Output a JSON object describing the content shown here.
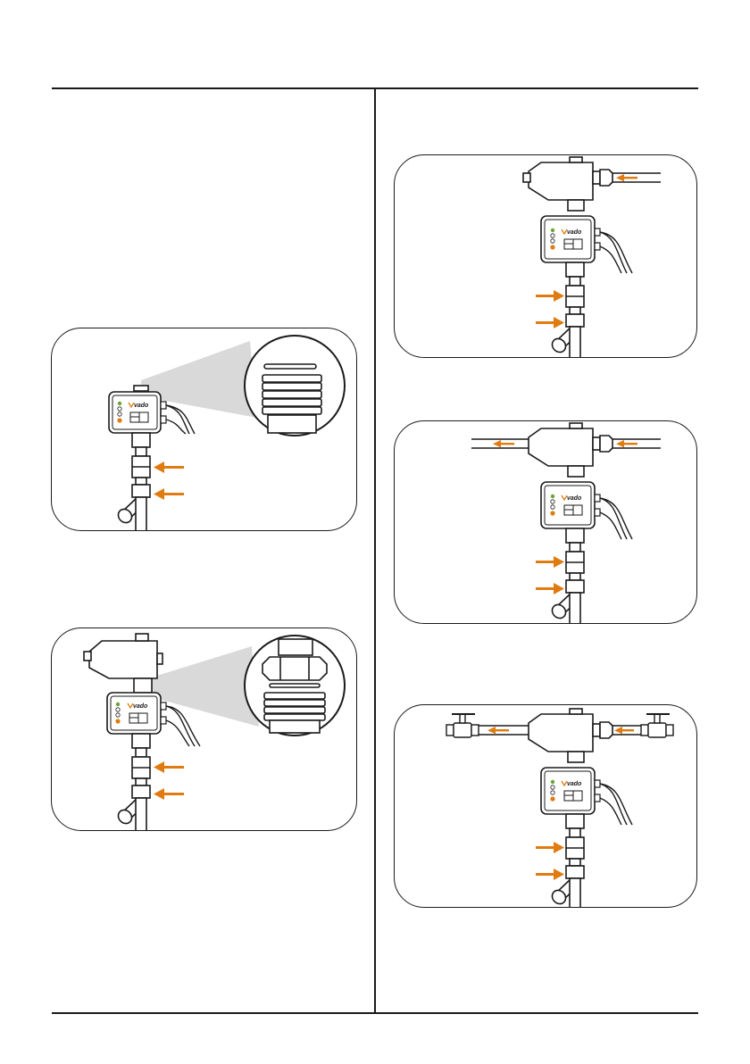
{
  "brand": "vado",
  "colors": {
    "accent": "#e07b10",
    "ink": "#1a1a1a",
    "led_green": "#6aa336",
    "beam": "#d9d9d9"
  },
  "panels": [
    {
      "id": "step-1",
      "detail": "threaded-fitting",
      "has_valve": false,
      "outlet_pipe": false,
      "isolating_valves": false
    },
    {
      "id": "step-2",
      "detail": "union-nut-and-thread",
      "has_valve": true,
      "outlet_pipe": false,
      "isolating_valves": false
    },
    {
      "id": "step-3",
      "has_valve": true,
      "inlet_pipe": true,
      "outlet_pipe": false,
      "isolating_valves": false
    },
    {
      "id": "step-4",
      "has_valve": true,
      "inlet_pipe": true,
      "outlet_pipe": true,
      "isolating_valves": false
    },
    {
      "id": "step-5",
      "has_valve": true,
      "inlet_pipe": true,
      "outlet_pipe": true,
      "isolating_valves": true
    }
  ],
  "icons": [
    "flow-arrow-icon",
    "status-led-icon",
    "strainer-icon",
    "valve-icon",
    "isolating-valve-icon"
  ]
}
